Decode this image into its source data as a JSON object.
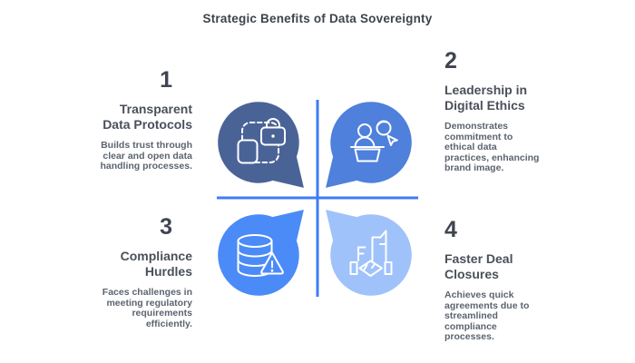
{
  "title": "Strategic Benefits of Data Sovereignty",
  "colors": {
    "quad1": "#4a6397",
    "quad2": "#4e80dc",
    "quad3": "#4b8bf7",
    "quad4": "#9fc2fa",
    "axis": "#3f7cf6"
  },
  "quadrants": [
    {
      "number": "1",
      "title": "Transparent\nData Protocols",
      "description": "Builds trust through\nclear and open data\nhandling processes.",
      "icon": "lock-document-icon",
      "color": "#4a6397"
    },
    {
      "number": "2",
      "title": "Leadership in\nDigital Ethics",
      "description": "Demonstrates\ncommitment to\nethical data\npractices, enhancing\nbrand image.",
      "icon": "leadership-podium-icon",
      "color": "#4e80dc"
    },
    {
      "number": "3",
      "title": "Compliance\nHurdles",
      "description": "Faces challenges in\nmeeting regulatory\nrequirements\nefficiently.",
      "icon": "database-warning-icon",
      "color": "#4b8bf7"
    },
    {
      "number": "4",
      "title": "Faster Deal\nClosures",
      "description": "Achieves quick\nagreements due to\nstreamlined\ncompliance\nprocesses.",
      "icon": "buildings-handshake-icon",
      "color": "#9fc2fa"
    }
  ]
}
